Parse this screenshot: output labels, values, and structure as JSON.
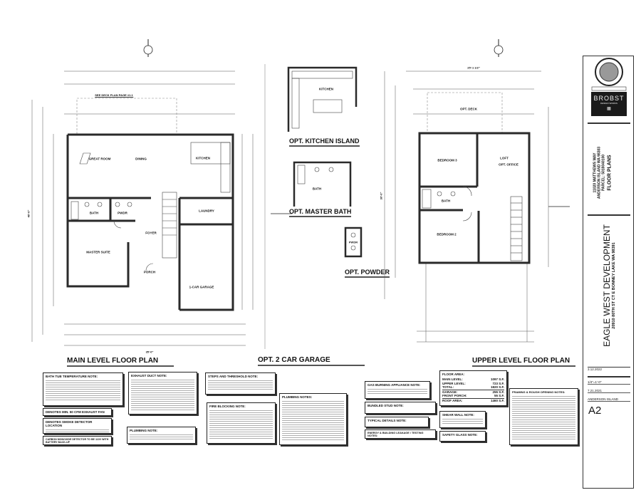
{
  "plans": {
    "main_title": "MAIN LEVEL FLOOR PLAN",
    "garage_title": "OPT. 2 CAR GARAGE",
    "upper_title": "UPPER LEVEL FLOOR PLAN",
    "kitchen_island_title": "OPT. KITCHEN ISLAND",
    "master_bath_title": "OPT. MASTER BATH",
    "powder_title": "OPT. POWDER",
    "deck_ref": "SEE DECK PLAN PAGE #1.1",
    "opt_deck": "OPT. DECK"
  },
  "main_rooms": {
    "great_room": "GREAT ROOM",
    "dining": "DINING",
    "kitchen": "KITCHEN",
    "bath": "BATH",
    "pwdr": "PWDR",
    "laundry": "LAUNDRY",
    "foyer": "FOYER",
    "master_suite": "MASTER SUITE",
    "porch": "PORCH",
    "garage": "1-CAR GARAGE"
  },
  "upper_rooms": {
    "bedroom3": "BEDROOM 3",
    "loft": "LOFT",
    "office": "OPT. OFFICE",
    "bath": "BATH",
    "bedroom2": "BEDROOM 2"
  },
  "option_rooms": {
    "kitchen": "KITCHEN",
    "bath": "BATH",
    "pwdr": "PWDR"
  },
  "dimensions": {
    "main_overall_width": "35'-0\"",
    "main_overall_depth": "40'-0\"",
    "upper_overall_width": "25'-1 1/2\"",
    "upper_depth": "30'-0\""
  },
  "notes": [
    {
      "title": "BATH TUB TEMPERATURE NOTE:"
    },
    {
      "title": "DENOTES MIN. 50 CFM EXHAUST FAN"
    },
    {
      "title": "DENOTES SMOKE DETECTOR LOCATION"
    },
    {
      "title": "CARBON MONOXIDE DETECTOR TO BE 110V WITH BATTERY BACK-UP"
    },
    {
      "title": "EXHAUST DUCT NOTE:"
    },
    {
      "title": "PLUMBING NOTE:"
    },
    {
      "title": "STEPS AND THRESHOLD NOTE:"
    },
    {
      "title": "FIRE BLOCKING NOTE:"
    },
    {
      "title": "PLUMBING NOTES:"
    },
    {
      "title": "GAS BURNING APPLIANCE NOTE:"
    },
    {
      "title": "BUNDLED STUD NOTE:"
    },
    {
      "title": "TYPICAL DETAILS NOTE:"
    },
    {
      "title": "ENERGY & BUILDING LEAKAGE / TESTING NOTES:"
    },
    {
      "title": "SHEAR WALL NOTE:"
    },
    {
      "title": "SAFETY GLASS NOTE:"
    },
    {
      "title": "FRAMING & ROUGH OPENING NOTES:"
    }
  ],
  "floor_area": {
    "title": "FLOOR AREA:",
    "rows": [
      {
        "label": "MAIN LEVEL:",
        "value": "1097 S.F."
      },
      {
        "label": "UPPER LEVEL:",
        "value": "723 S.F."
      },
      {
        "label": "TOTAL:",
        "value": "1820 S.F."
      },
      {
        "label": "GARAGE:",
        "value": "255 S.F."
      },
      {
        "label": "FRONT PORCH:",
        "value": "55 S.F."
      },
      {
        "label": "ROOF AREA:",
        "value": "1460 S.F."
      }
    ]
  },
  "title_block": {
    "firm": "BROBST",
    "firm_sub": "DESIGN WORKS",
    "address_line1": "11020 MATTHEWS WAY",
    "address_line2": "ANDERSON ISLAND WA 98303",
    "parcel": "PARCEL: 5018040100",
    "sheet_title": "FLOOR PLANS",
    "client": "EAGLE WEST DEVELOPMENT",
    "client_address": "20910 80TH ST CT E  BONNEY LAKE WA  98391",
    "revised": "3.12.2022",
    "scale": "1/4\"=1'-0\"",
    "date": "7.21.2021",
    "file": "ANDERSON ISLAND",
    "sheet": "A2"
  },
  "colors": {
    "ink": "#111111",
    "paper": "#ffffff",
    "wall": "#2a2a2a"
  }
}
